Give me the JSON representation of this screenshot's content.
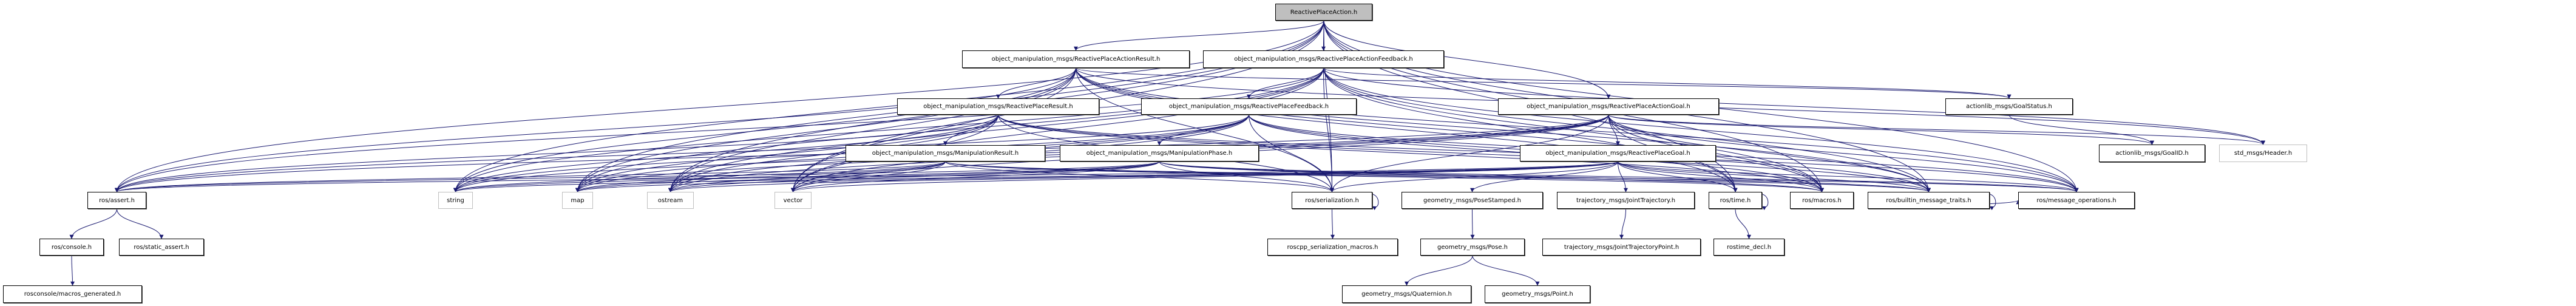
{
  "title": "ReactivePlaceAction.h",
  "colors": {
    "edge": "#191970",
    "root_fill": "#bfbfbf",
    "node_border": "#000000",
    "external_border": "#bfbfbf"
  },
  "nodes": [
    {
      "id": "root",
      "label": "ReactivePlaceAction.h",
      "kind": "root"
    },
    {
      "id": "actionresult",
      "label": "object_manipulation_msgs/ReactivePlaceActionResult.h"
    },
    {
      "id": "actionfeedback",
      "label": "object_manipulation_msgs/ReactivePlaceActionFeedback.h"
    },
    {
      "id": "actiongoal",
      "label": "object_manipulation_msgs/ReactivePlaceActionGoal.h"
    },
    {
      "id": "goalstatus",
      "label": "actionlib_msgs/GoalStatus.h"
    },
    {
      "id": "placeresult",
      "label": "object_manipulation_msgs/ReactivePlaceResult.h"
    },
    {
      "id": "placefeedback",
      "label": "object_manipulation_msgs/ReactivePlaceFeedback.h"
    },
    {
      "id": "manipresult",
      "label": "object_manipulation_msgs/ManipulationResult.h"
    },
    {
      "id": "manipphase",
      "label": "object_manipulation_msgs/ManipulationPhase.h"
    },
    {
      "id": "placegoal",
      "label": "object_manipulation_msgs/ReactivePlaceGoal.h"
    },
    {
      "id": "goalid",
      "label": "actionlib_msgs/GoalID.h"
    },
    {
      "id": "header",
      "label": "std_msgs/Header.h",
      "kind": "ext"
    },
    {
      "id": "assert",
      "label": "ros/assert.h"
    },
    {
      "id": "string",
      "label": "string",
      "kind": "ext"
    },
    {
      "id": "map",
      "label": "map",
      "kind": "ext"
    },
    {
      "id": "ostream",
      "label": "ostream",
      "kind": "ext"
    },
    {
      "id": "vector",
      "label": "vector",
      "kind": "ext"
    },
    {
      "id": "serialization",
      "label": "ros/serialization.h"
    },
    {
      "id": "posestamped",
      "label": "geometry_msgs/PoseStamped.h"
    },
    {
      "id": "jointtraj",
      "label": "trajectory_msgs/JointTrajectory.h"
    },
    {
      "id": "time",
      "label": "ros/time.h"
    },
    {
      "id": "macros",
      "label": "ros/macros.h"
    },
    {
      "id": "traits",
      "label": "ros/builtin_message_traits.h"
    },
    {
      "id": "msgops",
      "label": "ros/message_operations.h"
    },
    {
      "id": "console",
      "label": "ros/console.h"
    },
    {
      "id": "static_assert",
      "label": "ros/static_assert.h"
    },
    {
      "id": "sermacros",
      "label": "roscpp_serialization_macros.h"
    },
    {
      "id": "pose",
      "label": "geometry_msgs/Pose.h"
    },
    {
      "id": "jtpoint",
      "label": "trajectory_msgs/JointTrajectoryPoint.h"
    },
    {
      "id": "rostime_decl",
      "label": "rostime_decl.h"
    },
    {
      "id": "macros_gen",
      "label": "rosconsole/macros_generated.h"
    },
    {
      "id": "quaternion",
      "label": "geometry_msgs/Quaternion.h"
    },
    {
      "id": "point",
      "label": "geometry_msgs/Point.h"
    }
  ],
  "edges": [
    [
      "root",
      "actionresult"
    ],
    [
      "root",
      "actionfeedback"
    ],
    [
      "root",
      "actiongoal"
    ],
    [
      "root",
      "assert"
    ],
    [
      "root",
      "string"
    ],
    [
      "root",
      "map"
    ],
    [
      "root",
      "ostream"
    ],
    [
      "root",
      "vector"
    ],
    [
      "root",
      "serialization"
    ],
    [
      "root",
      "time"
    ],
    [
      "root",
      "macros"
    ],
    [
      "root",
      "traits"
    ],
    [
      "root",
      "msgops"
    ],
    [
      "actionresult",
      "placeresult"
    ],
    [
      "actionresult",
      "goalstatus"
    ],
    [
      "actionresult",
      "header"
    ],
    [
      "actionresult",
      "assert"
    ],
    [
      "actionresult",
      "string"
    ],
    [
      "actionresult",
      "map"
    ],
    [
      "actionresult",
      "ostream"
    ],
    [
      "actionresult",
      "vector"
    ],
    [
      "actionresult",
      "serialization"
    ],
    [
      "actionresult",
      "macros"
    ],
    [
      "actionresult",
      "traits"
    ],
    [
      "actionresult",
      "msgops"
    ],
    [
      "actionresult",
      "time"
    ],
    [
      "actionfeedback",
      "placefeedback"
    ],
    [
      "actionfeedback",
      "goalstatus"
    ],
    [
      "actionfeedback",
      "header"
    ],
    [
      "actionfeedback",
      "assert"
    ],
    [
      "actionfeedback",
      "string"
    ],
    [
      "actionfeedback",
      "map"
    ],
    [
      "actionfeedback",
      "ostream"
    ],
    [
      "actionfeedback",
      "vector"
    ],
    [
      "actionfeedback",
      "serialization"
    ],
    [
      "actionfeedback",
      "macros"
    ],
    [
      "actionfeedback",
      "traits"
    ],
    [
      "actionfeedback",
      "msgops"
    ],
    [
      "actionfeedback",
      "time"
    ],
    [
      "actiongoal",
      "placegoal"
    ],
    [
      "actiongoal",
      "goalid"
    ],
    [
      "actiongoal",
      "header"
    ],
    [
      "actiongoal",
      "assert"
    ],
    [
      "actiongoal",
      "string"
    ],
    [
      "actiongoal",
      "map"
    ],
    [
      "actiongoal",
      "ostream"
    ],
    [
      "actiongoal",
      "vector"
    ],
    [
      "actiongoal",
      "serialization"
    ],
    [
      "actiongoal",
      "macros"
    ],
    [
      "actiongoal",
      "traits"
    ],
    [
      "actiongoal",
      "msgops"
    ],
    [
      "actiongoal",
      "time"
    ],
    [
      "goalstatus",
      "goalid"
    ],
    [
      "placeresult",
      "manipresult"
    ],
    [
      "placeresult",
      "assert"
    ],
    [
      "placeresult",
      "string"
    ],
    [
      "placeresult",
      "map"
    ],
    [
      "placeresult",
      "ostream"
    ],
    [
      "placeresult",
      "vector"
    ],
    [
      "placeresult",
      "serialization"
    ],
    [
      "placeresult",
      "macros"
    ],
    [
      "placeresult",
      "traits"
    ],
    [
      "placeresult",
      "msgops"
    ],
    [
      "placefeedback",
      "manipphase"
    ],
    [
      "placefeedback",
      "assert"
    ],
    [
      "placefeedback",
      "string"
    ],
    [
      "placefeedback",
      "map"
    ],
    [
      "placefeedback",
      "ostream"
    ],
    [
      "placefeedback",
      "vector"
    ],
    [
      "placefeedback",
      "serialization"
    ],
    [
      "placefeedback",
      "macros"
    ],
    [
      "placefeedback",
      "traits"
    ],
    [
      "placefeedback",
      "msgops"
    ],
    [
      "manipresult",
      "assert"
    ],
    [
      "manipresult",
      "string"
    ],
    [
      "manipresult",
      "map"
    ],
    [
      "manipresult",
      "ostream"
    ],
    [
      "manipresult",
      "vector"
    ],
    [
      "manipresult",
      "serialization"
    ],
    [
      "manipresult",
      "macros"
    ],
    [
      "manipresult",
      "traits"
    ],
    [
      "manipresult",
      "msgops"
    ],
    [
      "manipphase",
      "assert"
    ],
    [
      "manipphase",
      "string"
    ],
    [
      "manipphase",
      "map"
    ],
    [
      "manipphase",
      "ostream"
    ],
    [
      "manipphase",
      "vector"
    ],
    [
      "manipphase",
      "serialization"
    ],
    [
      "manipphase",
      "macros"
    ],
    [
      "manipphase",
      "traits"
    ],
    [
      "manipphase",
      "msgops"
    ],
    [
      "placegoal",
      "posestamped"
    ],
    [
      "placegoal",
      "jointtraj"
    ],
    [
      "placegoal",
      "assert"
    ],
    [
      "placegoal",
      "string"
    ],
    [
      "placegoal",
      "map"
    ],
    [
      "placegoal",
      "ostream"
    ],
    [
      "placegoal",
      "vector"
    ],
    [
      "placegoal",
      "serialization"
    ],
    [
      "placegoal",
      "macros"
    ],
    [
      "placegoal",
      "traits"
    ],
    [
      "placegoal",
      "msgops"
    ],
    [
      "placegoal",
      "time"
    ],
    [
      "assert",
      "console"
    ],
    [
      "assert",
      "static_assert"
    ],
    [
      "console",
      "macros_gen"
    ],
    [
      "serialization",
      "sermacros"
    ],
    [
      "serialization",
      "serialization"
    ],
    [
      "posestamped",
      "pose"
    ],
    [
      "pose",
      "quaternion"
    ],
    [
      "pose",
      "point"
    ],
    [
      "jointtraj",
      "jtpoint"
    ],
    [
      "time",
      "rostime_decl"
    ],
    [
      "time",
      "time"
    ],
    [
      "traits",
      "traits"
    ],
    [
      "traits",
      "msgops"
    ]
  ]
}
